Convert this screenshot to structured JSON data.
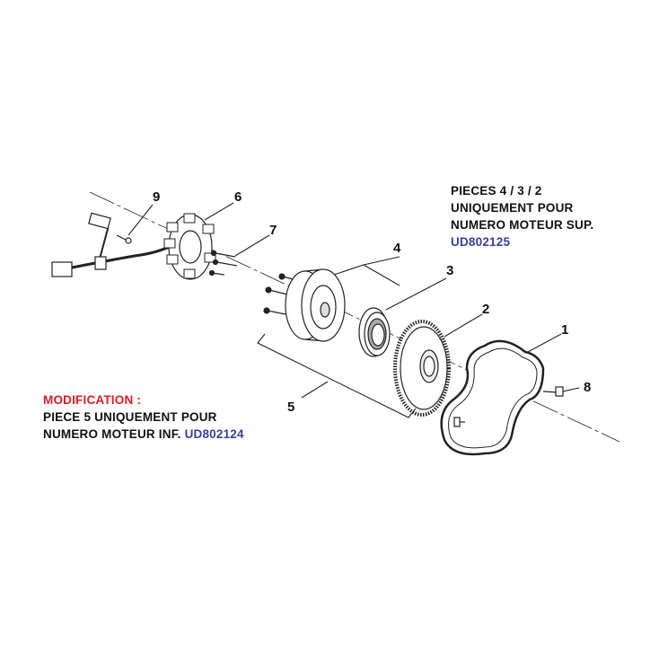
{
  "callouts": [
    "1",
    "2",
    "3",
    "4",
    "5",
    "6",
    "7",
    "8",
    "9"
  ],
  "note_upper": {
    "line1": "PIECES 4 / 3 / 2",
    "line2": "UNIQUEMENT POUR",
    "line3": "NUMERO MOTEUR SUP.",
    "code": "UD802125"
  },
  "note_lower": {
    "heading": "MODIFICATION :",
    "line1": "PIECE 5 UNIQUEMENT POUR",
    "line2": "NUMERO MOTEUR INF.",
    "code": "UD802124"
  },
  "colors": {
    "code": "#3b3f9a",
    "heading": "#d1202a"
  }
}
